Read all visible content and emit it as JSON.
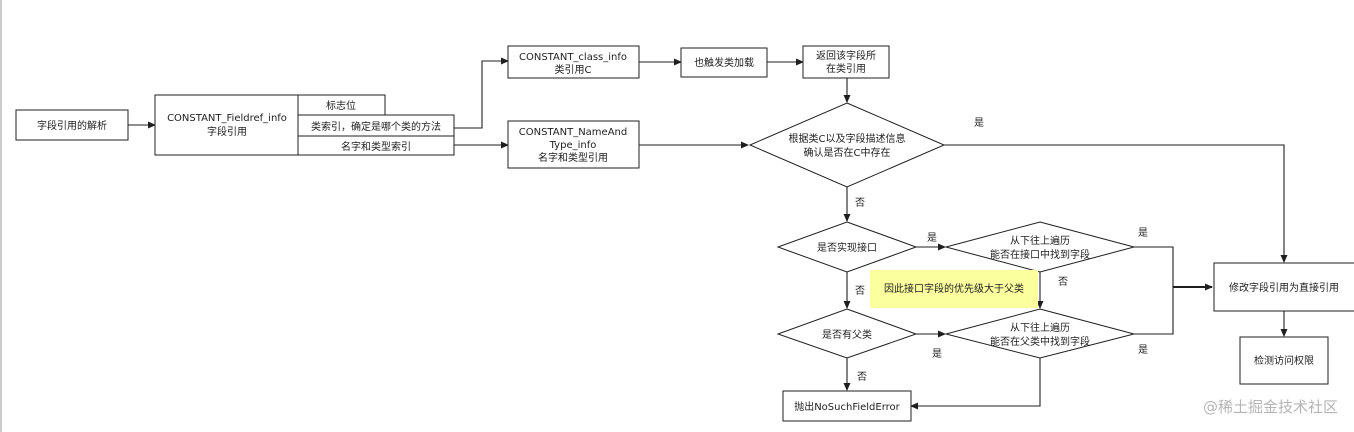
{
  "nodes": {
    "start": "字段引用的解析",
    "fieldref": [
      "CONSTANT_Fieldref_info",
      "字段引用"
    ],
    "flag": "标志位",
    "class_index": "类索引，确定是哪个类的方法",
    "name_type_index": "名字和类型索引",
    "class_info": [
      "CONSTANT_class_info",
      "类引用C"
    ],
    "trigger_load": "也触发类加载",
    "return_field": [
      "返回该字段所",
      "在类引用"
    ],
    "name_and_type": [
      "CONSTANT_NameAnd",
      "Type_info",
      "名字和类型引用"
    ],
    "check_exists": [
      "根据类C以及字段描述信息",
      "确认是否在C中存在"
    ],
    "impl_interface": "是否实现接口",
    "search_interface": [
      "从下往上遍历",
      "能否在接口中找到字段"
    ],
    "has_parent": "是否有父类",
    "search_parent": [
      "从下往上遍历",
      "能否在父类中找到字段"
    ],
    "throw_error": "抛出NoSuchFieldError",
    "direct_ref": "修改字段引用为直接引用",
    "check_access": "检测访问权限"
  },
  "note": "因此接口字段的优先级大于父类",
  "edge_labels": {
    "exists_yes": "是",
    "exists_no": "否",
    "impl_yes": "是",
    "impl_no": "否",
    "search_interface_yes": "是",
    "search_interface_no": "否",
    "parent_yes": "是",
    "parent_no": "否",
    "search_parent_yes": "是"
  },
  "watermark": "@稀土掘金技术社区"
}
